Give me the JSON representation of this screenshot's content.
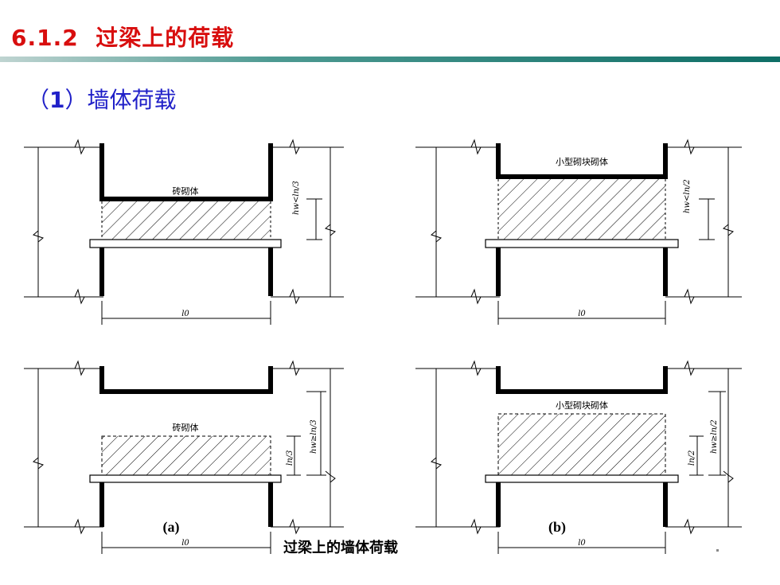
{
  "header": {
    "section_number": "6.1.2",
    "section_title": "过梁上的荷载",
    "subsection_paren_open": "（",
    "subsection_number": "1",
    "subsection_paren_close": "）",
    "subsection_title": "墙体荷载"
  },
  "figure": {
    "caption": "过梁上的墙体荷载",
    "panels": {
      "a_top": {
        "material": "砖砌体",
        "dimension": "hw<ln/3",
        "span": "l0"
      },
      "b_top": {
        "material": "小型砌块砌体",
        "dimension": "hw<ln/2",
        "span": "l0"
      },
      "a_bottom": {
        "material": "砖砌体",
        "dimension": "hw≥ln/3",
        "load_height": "ln/3",
        "sub_label": "(a)",
        "span": "l0"
      },
      "b_bottom": {
        "material": "小型砌块砌体",
        "dimension": "hw≥ln/2",
        "load_height": "ln/2",
        "sub_label": "(b)",
        "span": "l0"
      }
    }
  }
}
